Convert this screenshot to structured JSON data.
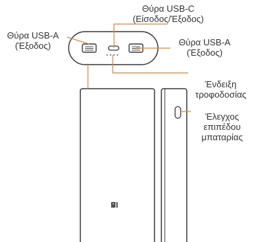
{
  "callouts": {
    "usb_c": {
      "title": "Θύρα USB-C",
      "detail": "(Είσοδος/Έξοδος)"
    },
    "usb_a_left": {
      "title": "Θύρα USB-A",
      "detail": "(Έξοδος)"
    },
    "usb_a_right": {
      "title": "Θύρα USB-A",
      "detail": "(Έξοδος)"
    },
    "power_indicator": {
      "line1": "Ένδειξη",
      "line2": "τροφοδοσίας"
    },
    "battery_check": {
      "line1": "Έλεγχος",
      "line2": "επιπέδου",
      "line3": "μπαταρίας"
    }
  },
  "device": {
    "logo": "mi-logo"
  },
  "colors": {
    "callout_line": "#e8843a",
    "outline": "#3a3a3a",
    "text": "#333333"
  }
}
